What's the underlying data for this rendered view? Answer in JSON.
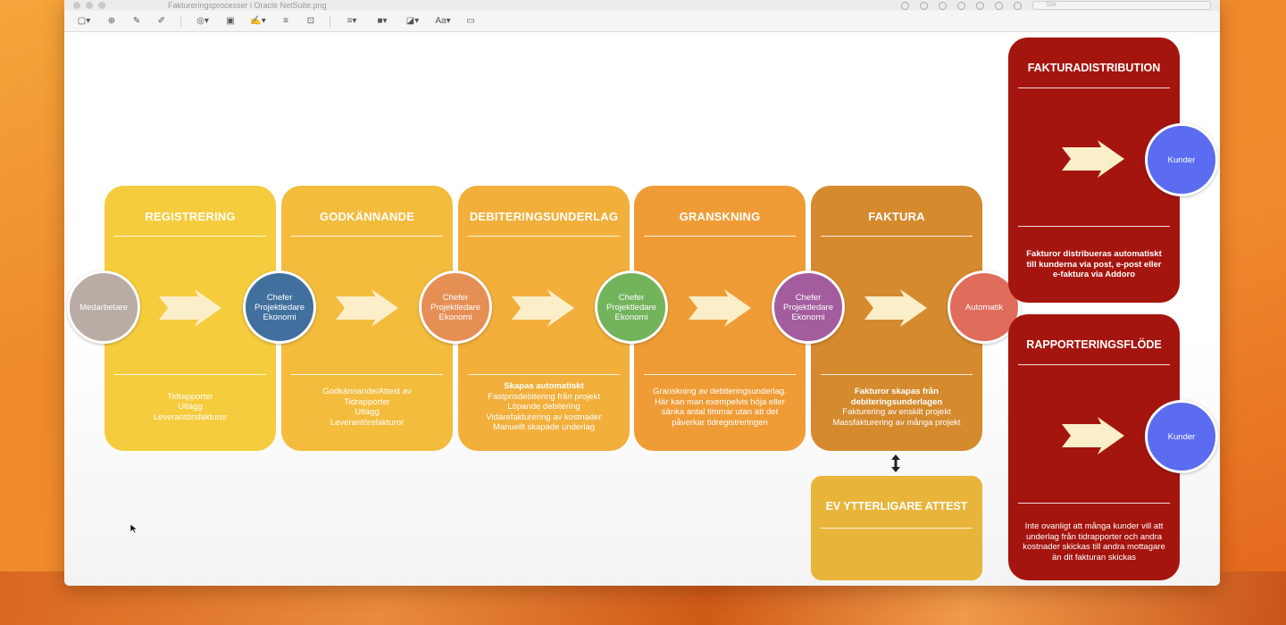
{
  "window": {
    "title": "Faktureringsprocesser i Oracle NetSuite.png",
    "search_placeholder": "Sök"
  },
  "stages": [
    {
      "title": "REGISTRERING",
      "color": "#f5cc3d",
      "description_bold": "",
      "description_lines": [
        "Tidrapporter",
        "Utlägg",
        "Leverantörsfakturor"
      ]
    },
    {
      "title": "GODKÄNNANDE",
      "color": "#f4bc3d",
      "description_bold": "",
      "description_lines": [
        "Godkännande/Attest av",
        "Tidrapporter",
        "Utlägg",
        "Leverantörsfakturor"
      ]
    },
    {
      "title": "DEBITERINGSUNDERLAG",
      "color": "#f2af3b",
      "description_bold": "Skapas automatiskt",
      "description_lines": [
        "Fastprisdebitering från projekt",
        "Löpande debitering",
        "Vidarefakturering av kostnader",
        "Manuellt skapade underlag"
      ]
    },
    {
      "title": "GRANSKNING",
      "color": "#f09c36",
      "description_bold": "",
      "description_lines": [
        "Granskning av debiteringsunderlag.",
        "Här kan man exempelvis höja eller",
        "sänka antal timmar utan att det",
        "påverkar tidregistreringen"
      ]
    },
    {
      "title": "FAKTURA",
      "color": "#d58a2e",
      "description_bold": "Fakturor skapas från debiteringsunderlagen",
      "description_lines": [
        "Fakturering av enskilt projekt",
        "Massfakturering av många projekt"
      ]
    }
  ],
  "nodes": [
    {
      "lines": [
        "Medarbetare"
      ],
      "color": "#b9aca4"
    },
    {
      "lines": [
        "Chefer",
        "Projektledare",
        "Ekonomi"
      ],
      "color": "#41709f"
    },
    {
      "lines": [
        "Chefer",
        "Projektledare",
        "Ekonomi"
      ],
      "color": "#e58f55"
    },
    {
      "lines": [
        "Chefer",
        "Projektledare",
        "Ekonomi"
      ],
      "color": "#73b35c"
    },
    {
      "lines": [
        "Chefer",
        "Projektledare",
        "Ekonomi"
      ],
      "color": "#a35c9e"
    },
    {
      "lines": [
        "Automatik"
      ],
      "color": "#e06c5c"
    }
  ],
  "panels": [
    {
      "title": "FAKTURADISTRIBUTION",
      "color": "#a5150f",
      "node_label": "Kunder",
      "description_lines": [
        "Fakturor distribueras automatiskt",
        "till kunderna via post, e-post eller",
        "e-faktura via Addoro"
      ]
    },
    {
      "title": "RAPPORTERINGSFLÖDE",
      "color": "#a5150f",
      "node_label": "Kunder",
      "description_lines": [
        "Inte ovanligt att många kunder vill att",
        "underlag från tidrapporter och andra",
        "kostnader skickas till andra mottagare",
        "än dit fakturan skickas"
      ]
    }
  ],
  "attest": {
    "title": "EV YTTERLIGARE ATTEST"
  },
  "colors": {
    "arrow_fill": "#fbefc9",
    "customer_node": "#5b6cf0"
  }
}
